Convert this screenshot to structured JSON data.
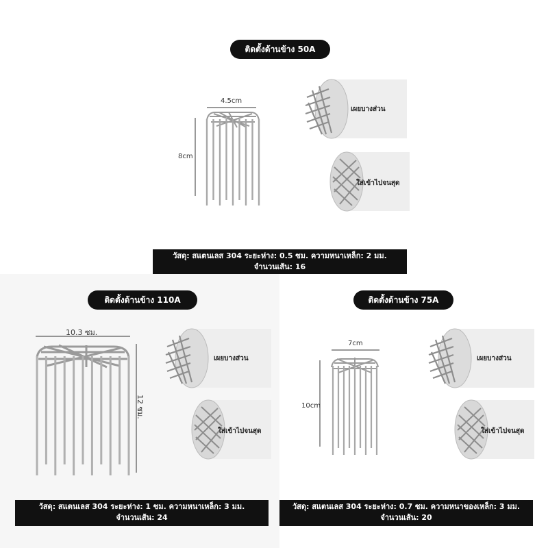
{
  "panels": {
    "p50": {
      "title": "ติดตั้งด้านข้าง 50A",
      "width_label": "4.5cm",
      "height_label": "8cm",
      "tube_label_1": "เผยบางส่วน",
      "tube_label_2": "ใส่เข้าไปจนสุด",
      "spec_line1": "วัสดุ: สแตนเลส 304 ระยะห่าง: 0.5 ซม. ความหนาเหล็ก: 2 มม.",
      "spec_line2": "จำนวนเส้น: 16"
    },
    "p110": {
      "title": "ติดตั้งด้านข้าง 110A",
      "width_label": "10.3 ซม.",
      "height_label": "12 ซม.",
      "tube_label_1": "เผยบางส่วน",
      "tube_label_2": "ใส่เข้าไปจนสุด",
      "spec_line1": "วัสดุ: สแตนเลส 304 ระยะห่าง: 1 ซม. ความหนาเหล็ก: 3 มม.",
      "spec_line2": "จำนวนเส้น: 24"
    },
    "p75": {
      "title": "ติดตั้งด้านข้าง 75A",
      "width_label": "7cm",
      "height_label": "10cm",
      "tube_label_1": "เผยบางส่วน",
      "tube_label_2": "ใส่เข้าไปจนสุด",
      "spec_line1": "วัสดุ: สแตนเลส 304 ระยะห่าง: 0.7 ซม. ความหนาของเหล็ก: 3 มม.",
      "spec_line2": "จำนวนเส้น: 20"
    }
  },
  "colors": {
    "label_bg": "#111111",
    "label_fg": "#ffffff",
    "tube": "#eeeeee",
    "steel": "#9a9a9a"
  },
  "icons": [
    "strainer-image",
    "pipe-image"
  ]
}
